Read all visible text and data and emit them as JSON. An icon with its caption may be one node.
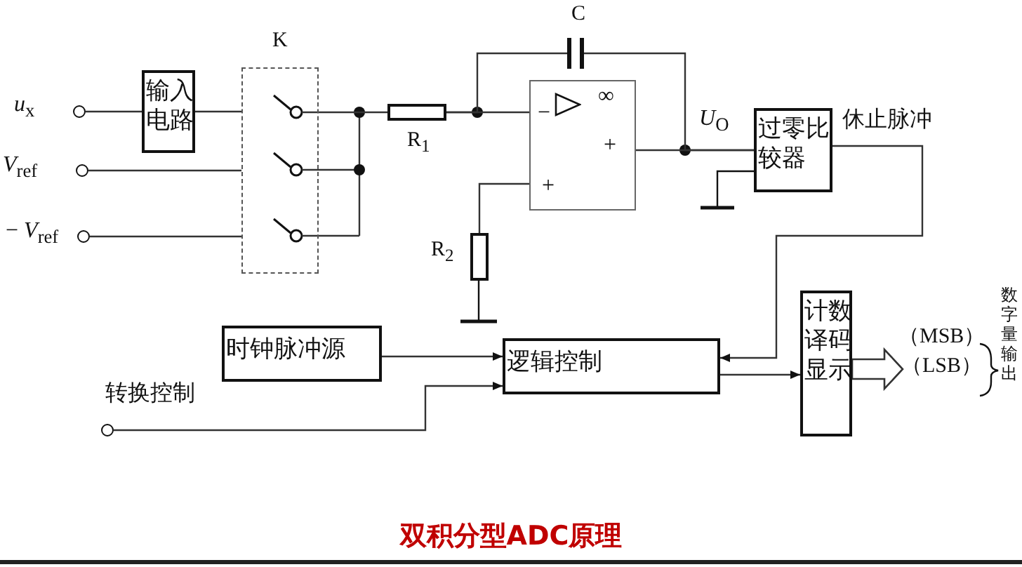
{
  "diagram": {
    "caption": "双积分型ADC原理",
    "nodes": [
      {
        "text": [],
        "shape": "circle",
        "beside": [
          "*u*$_{x}$"
        ]
      },
      {
        "text": [],
        "shape": "circle",
        "beside": [
          "*V*$_{ref}$"
        ]
      },
      {
        "text": [],
        "shape": "circle",
        "beside": [
          "− *V*$_{ref}$"
        ]
      },
      {
        "text": [
          "输入电路"
        ]
      },
      {
        "text": [
          "K"
        ]
      },
      {
        "text": [
          "R$_{1}$"
        ]
      },
      {
        "text": [
          "C"
        ]
      },
      {
        "text": [
          "−",
          "∞",
          "+",
          "+"
        ]
      },
      {
        "text": [
          "R$_{2}$"
        ]
      },
      {
        "text": [
          "过零比较器"
        ],
        "beside": [
          "休止脉冲"
        ]
      },
      {
        "text": [
          "时钟脉冲源"
        ]
      },
      {
        "text": [],
        "shape": "circle",
        "beside": [
          "转换控制"
        ]
      },
      {
        "text": [
          "逻辑控制"
        ]
      },
      {
        "text": [
          "计数译码显示"
        ]
      }
    ],
    "edges": [
      {
        "from": 0,
        "to": 3,
        "arrow": "none"
      },
      {
        "from": 3,
        "to": 4,
        "arrow": "none"
      },
      {
        "from": 1,
        "to": 4,
        "arrow": "none"
      },
      {
        "from": 2,
        "to": 4,
        "arrow": "none"
      },
      {
        "from": 4,
        "to": 5,
        "arrow": "none"
      },
      {
        "from": 5,
        "to": 7,
        "arrow": "none"
      },
      {
        "from": 5,
        "to": 6,
        "arrow": "none"
      },
      {
        "from": 6,
        "to": 9,
        "arrow": "none"
      },
      {
        "from": 7,
        "to": 9,
        "arrow": "none"
      },
      {
        "from": 8,
        "to": 7,
        "arrow": "none"
      },
      {
        "from": 9,
        "to": 12,
        "arrow": "to"
      },
      {
        "from": 10,
        "to": 12,
        "arrow": "to"
      },
      {
        "from": 11,
        "to": 12,
        "arrow": "to"
      },
      {
        "from": 12,
        "to": 13,
        "arrow": "to"
      },
      {
        "from": 13,
        "to": null,
        "arrow": "to"
      }
    ],
    "labels": [
      "*U*$_{O}$",
      "（MSB）",
      "（LSB）",
      "数字量输出"
    ]
  }
}
